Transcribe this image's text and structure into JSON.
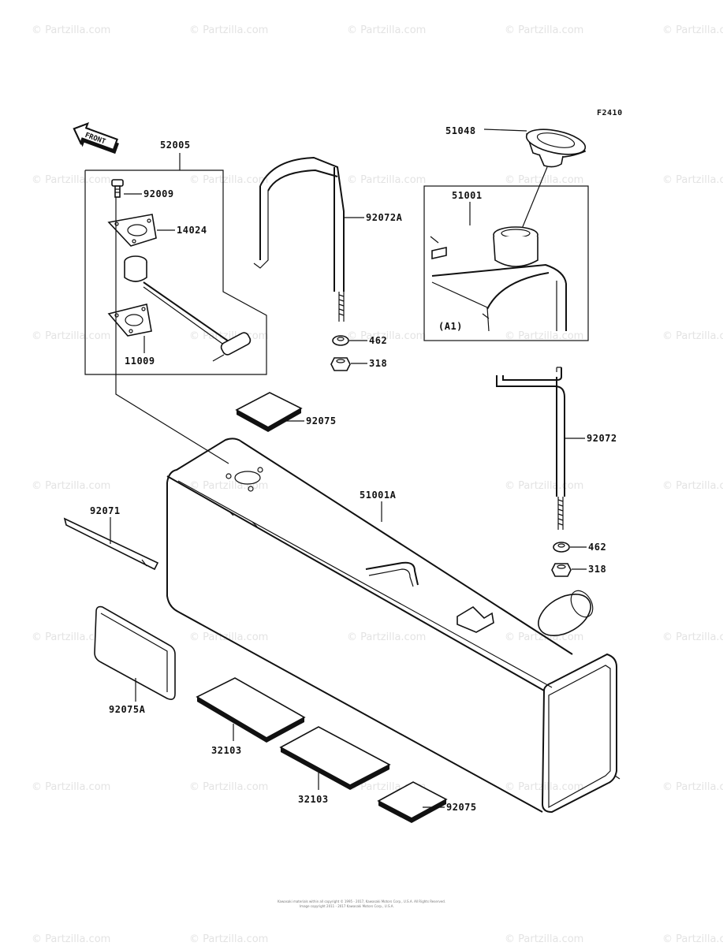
{
  "figure_code": "F2410",
  "front_label": "FRONT",
  "watermark": "© Partzilla.com",
  "inset_label": "(A1)",
  "footer": {
    "line1": "Kawasaki materials within all copyright © 1995 - 2017, Kawasaki Motors Corp., U.S.A. All Rights Reserved.",
    "line2": "Image copyright 2011 - 2017 Kawasaki Motors Corp., U.S.A."
  },
  "parts": {
    "p52005": "52005",
    "p92009": "92009",
    "p14024": "14024",
    "p11009": "11009",
    "p92072A": "92072A",
    "p462a": "462",
    "p318a": "318",
    "p51048": "51048",
    "p51001": "51001",
    "p92075a": "92075",
    "p92072": "92072",
    "p51001A": "51001A",
    "p92071": "92071",
    "p462b": "462",
    "p318b": "318",
    "p92075A": "92075A",
    "p32103a": "32103",
    "p32103b": "32103",
    "p92075b": "92075"
  }
}
